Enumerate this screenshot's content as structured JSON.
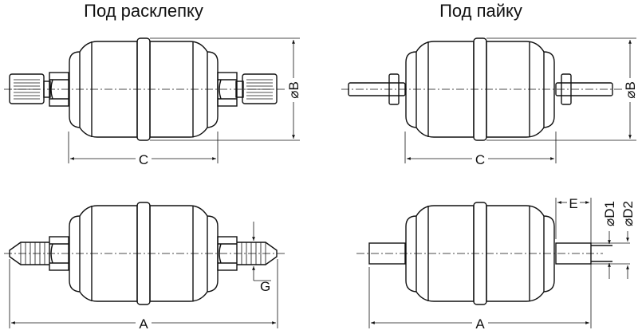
{
  "titles": {
    "flare": "Под расклепку",
    "solder": "Под пайку"
  },
  "dimensions": {
    "A": "A",
    "B": "⌀B",
    "C": "C",
    "D1": "⌀D1",
    "D2": "⌀D2",
    "E": "E",
    "G": "G"
  },
  "colors": {
    "line": "#111111",
    "background": "#ffffff"
  }
}
